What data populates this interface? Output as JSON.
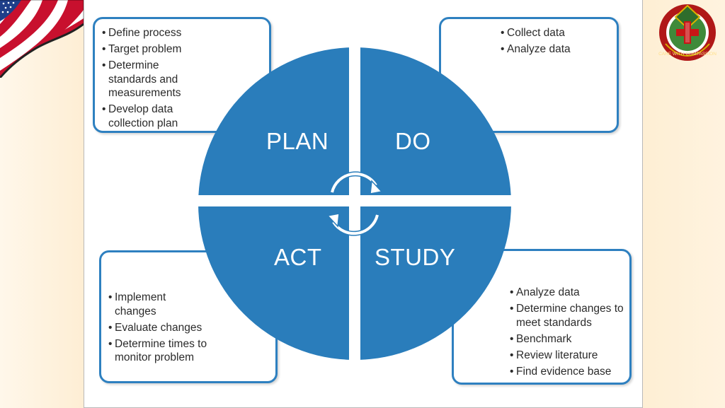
{
  "colors": {
    "circle": "#2a7dbb",
    "box_border": "#2e80c0",
    "text": "#2b2b2b"
  },
  "diagram": {
    "quadrants": {
      "plan": "PLAN",
      "do": "DO",
      "study": "STUDY",
      "act": "ACT"
    },
    "boxes": {
      "plan_items": [
        "Define process",
        "Target problem",
        "Determine standards and measurements",
        "Develop data collection plan"
      ],
      "do_items": [
        "Collect data",
        "Analyze data"
      ],
      "study_items": [
        "Analyze data",
        "Determine changes to meet standards",
        "Benchmark",
        "Review literature",
        "Find evidence base"
      ],
      "act_items": [
        "Implement changes",
        "Evaluate changes",
        "Determine times to monitor problem"
      ]
    }
  },
  "logos": {
    "left": "american-flag",
    "right": {
      "icon": "medical-seal",
      "motto": "CARE WITH COMPASSION"
    }
  }
}
